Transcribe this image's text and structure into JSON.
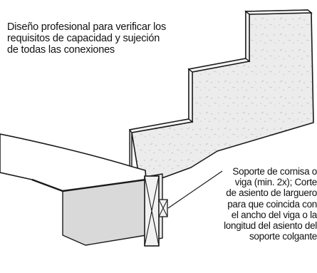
{
  "annotations": {
    "top_note": [
      "Diseño profesional para verificar los",
      "requisitos de capacidad y sujeción",
      "de todas las conexiones"
    ],
    "right_note": [
      "Soporte de cornisa o",
      "viga (min. 2x); Corte",
      "de asiento de larguero",
      "para que coincida con",
      "el ancho del viga o la",
      "longitud del asiento del",
      "soporte colgante"
    ]
  },
  "colors": {
    "line": "#1a1a1a",
    "concrete": "#ececec",
    "concrete_speckle": "#bdbdbd",
    "landing": "#ffffff",
    "landing_underside": "#d9d9d9",
    "beam_face": "#e8e8e8",
    "wood_block": "#f2f2f2"
  }
}
